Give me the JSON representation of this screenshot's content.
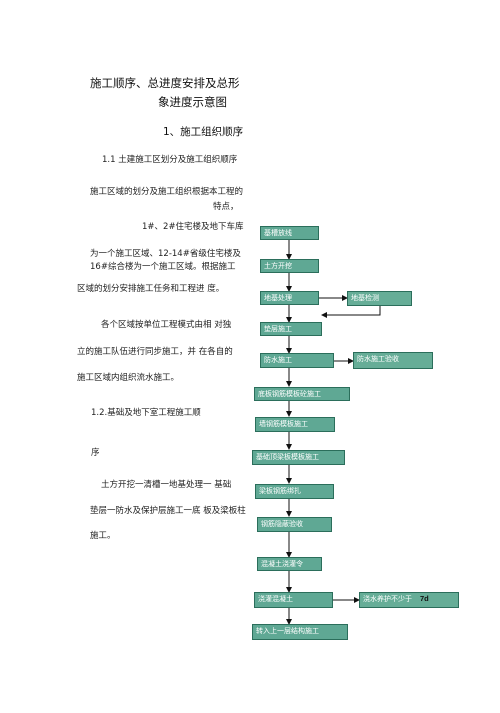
{
  "doc": {
    "title_line1": "施工顺序、总进度安排及总形",
    "title_line2": "象进度示意图",
    "section1_heading": "1、施工组织顺序",
    "sub_1_1": "1.1 土建施工区划分及施工组织顺序",
    "p1_line1": "施工区域的划分及施工组织根据本工程的",
    "p1_line2": "特点，",
    "p1_line3": "1#、2#住宅楼及地下车库",
    "p1_line4": "为一个施工区域、12-14#省级住宅楼及",
    "p1_line5": "16#综合楼为一个施工区域。根据施工",
    "p1_line6": "区域的划分安排施工任务和工程进  度。",
    "p2_line1": "各个区域按单位工程模式由相  对独",
    "p2_line2": "立的施工队伍进行同步施工，并  在各自的",
    "p2_line3": "施工区域内组织流水施工。",
    "sub_1_2": "1.2.基础及地下室工程施工顺",
    "sub_1_2_cont": "序",
    "p3_line1": "土方开挖一清槽一地基处理一  基础",
    "p3_line2": "垫层一防水及保护层施工一底  板及梁板柱",
    "p3_line3": "施工。"
  },
  "flowchart": {
    "steps": [
      "基槽放线",
      "土方开挖",
      "地基处理",
      "垫层施工",
      "防水施工",
      "底板钢筋模板砼施工",
      "墙钢筋模板施工",
      "基础顶梁板模板施工",
      "梁板钢筋绑扎",
      "钢筋隐蔽验收",
      "混凝土浇灌令",
      "浇灌混凝土",
      "转入上一层结构施工"
    ],
    "side_foundation_test": "地基检测",
    "side_waterproof_acceptance": "防水施工验收",
    "side_curing": "浇水养护不少于",
    "side_curing_days": "7d"
  },
  "colors": {
    "box_fill": "#5fa894",
    "box_border": "#2b6e5b",
    "connector": "#111111"
  }
}
